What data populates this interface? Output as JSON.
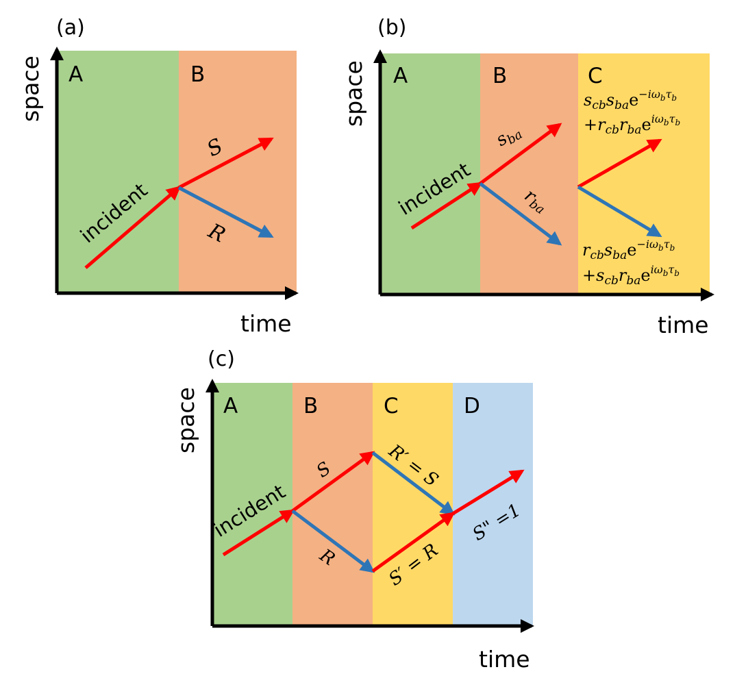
{
  "colors": {
    "region_a": "#a9d18e",
    "region_b": "#f4b183",
    "region_c": "#ffd966",
    "region_d": "#bdd7ee",
    "transmitted": "#ff0000",
    "reflected": "#2e75b6",
    "axis": "#000000"
  },
  "panels": {
    "a": {
      "label": "(a)",
      "y_axis": "space",
      "x_axis": "time",
      "regions": [
        "A",
        "B"
      ],
      "incident": "incident",
      "transmitted": "S",
      "reflected": "R"
    },
    "b": {
      "label": "(b)",
      "y_axis": "space",
      "x_axis": "time",
      "regions": [
        "A",
        "B",
        "C"
      ],
      "incident": "incident",
      "s_ba": {
        "main": "s",
        "sub": "ba"
      },
      "r_ba": {
        "main": "r",
        "sub": "ba"
      },
      "upper_expr": {
        "line1": [
          "s",
          "cb",
          "s",
          "ba",
          "e",
          "−iω",
          "b",
          "τ",
          "b"
        ],
        "line2": [
          "+r",
          "cb",
          "r",
          "ba",
          "e",
          "iω",
          "b",
          "τ",
          "b"
        ]
      },
      "lower_expr": {
        "line1": [
          "r",
          "cb",
          "s",
          "ba",
          "e",
          "−iω",
          "b",
          "τ",
          "b"
        ],
        "line2": [
          "+s",
          "cb",
          "r",
          "ba",
          "e",
          "iω",
          "b",
          "τ",
          "b"
        ]
      }
    },
    "c": {
      "label": "(c)",
      "y_axis": "space",
      "x_axis": "time",
      "regions": [
        "A",
        "B",
        "C",
        "D"
      ],
      "incident": "incident",
      "s": "S",
      "r": "R",
      "r_prime": "R′ = S",
      "s_prime": "S′ = R",
      "s_double": "S\" =1"
    }
  }
}
